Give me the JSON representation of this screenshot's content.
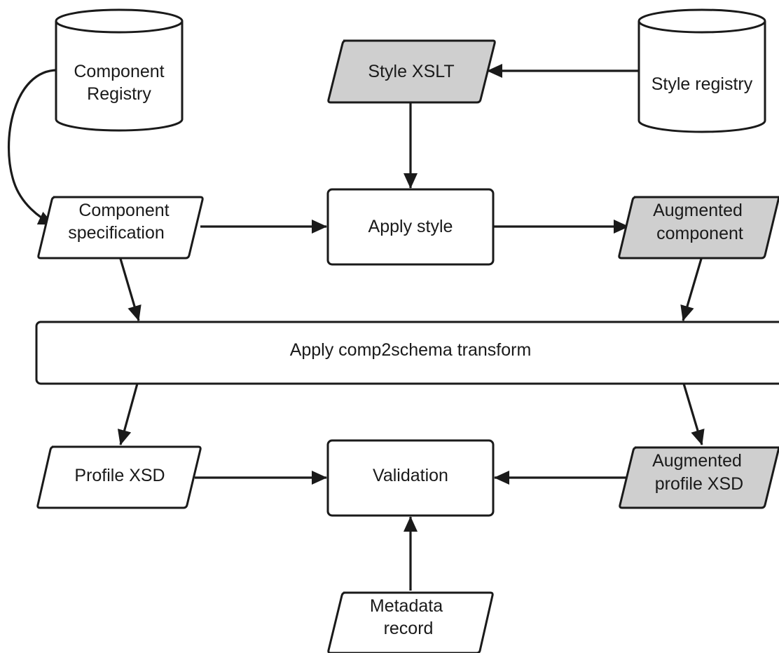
{
  "nodes": {
    "component_registry": {
      "line1": "Component",
      "line2": "Registry"
    },
    "style_xslt": {
      "label": "Style XSLT"
    },
    "style_registry": {
      "label": "Style registry"
    },
    "component_specification": {
      "line1": "Component",
      "line2": "specification"
    },
    "apply_style": {
      "label": "Apply style"
    },
    "augmented_component": {
      "line1": "Augmented",
      "line2": "component"
    },
    "apply_comp2schema": {
      "label": "Apply comp2schema transform"
    },
    "profile_xsd": {
      "label": "Profile XSD"
    },
    "validation": {
      "label": "Validation"
    },
    "augmented_profile_xsd": {
      "line1": "Augmented",
      "line2": "profile XSD"
    },
    "metadata_record": {
      "line1": "Metadata",
      "line2": "record"
    }
  },
  "colors": {
    "stroke": "#1a1a1a",
    "white_fill": "#ffffff",
    "grey_fill": "#cfcfcf"
  }
}
